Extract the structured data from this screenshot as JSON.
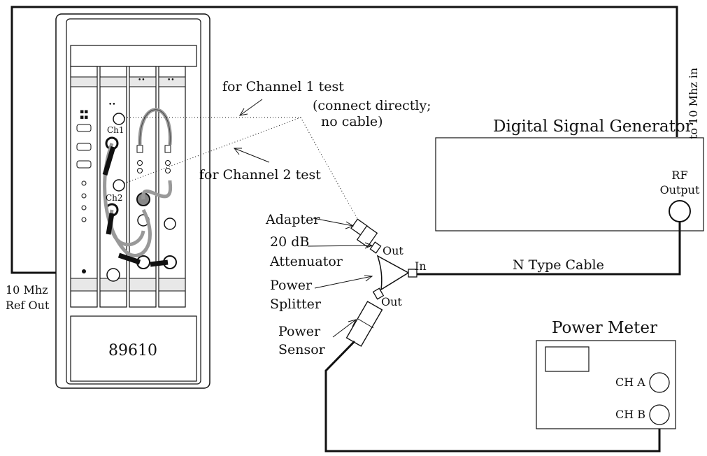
{
  "labels": {
    "ch1_test": "for Channel 1 test",
    "connect_directly_1": "(connect directly;",
    "connect_directly_2": "no cable)",
    "ch2_test": "for Channel 2 test",
    "signal_generator": "Digital Signal Generator",
    "rf_output_1": "RF",
    "rf_output_2": "Output",
    "ref_in": "to 10 Mhz  in",
    "adapter": "Adapter",
    "attenuator_1": "20 dB",
    "attenuator_2": "Attenuator",
    "out_top": "Out",
    "in": "In",
    "n_type_cable": "N Type Cable",
    "splitter_1": "Power",
    "splitter_2": "Splitter",
    "out_bottom": "Out",
    "sensor_1": "Power",
    "sensor_2": "Sensor",
    "ref_out_1": "10 Mhz",
    "ref_out_2": "Ref Out",
    "analyzer_model": "89610",
    "power_meter": "Power Meter",
    "ch_a": "CH A",
    "ch_b": "CH B",
    "ch1_port": "Ch1",
    "ch2_port": "Ch2"
  }
}
